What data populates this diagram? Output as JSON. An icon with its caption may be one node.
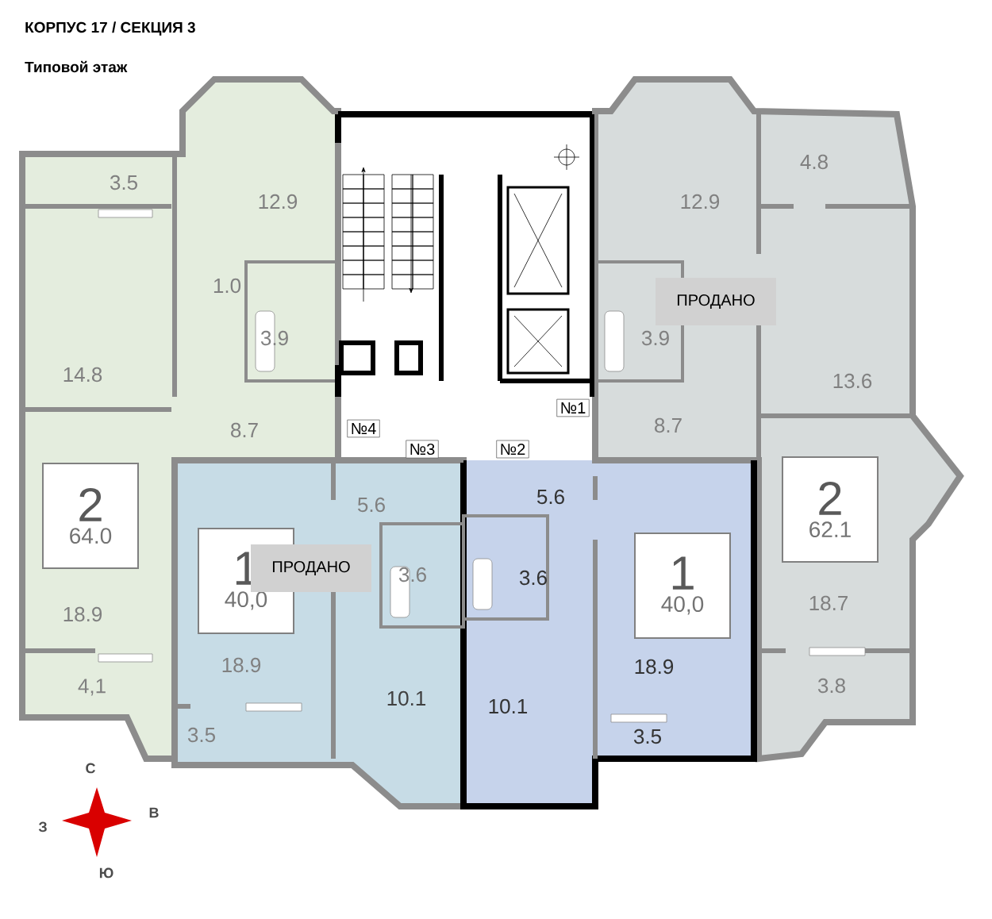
{
  "diagram": {
    "title": "КОРПУС 17 / СЕКЦИЯ 3",
    "nodes": [
      {
        "text": [
          "№4"
        ]
      },
      {
        "text": [
          "№3"
        ]
      },
      {
        "text": [
          "№2"
        ]
      },
      {
        "text": [
          "№1"
        ]
      },
      {
        "text": [
          "2",
          "64.0"
        ]
      },
      {
        "text": [
          "1",
          "40,0"
        ]
      },
      {
        "text": [
          "ПРОДАНО"
        ]
      },
      {
        "text": [
          "1",
          "40,0"
        ]
      },
      {
        "text": [
          "2",
          "62.1"
        ]
      },
      {
        "text": [
          "ПРОДАНО"
        ]
      }
    ],
    "edges": [],
    "labels": [
      "Типовой этаж",
      "3.5",
      "12.9",
      "12.9",
      "4.8",
      "1.0",
      "3.9",
      "3.9",
      "14.8",
      "13.6",
      "8.7",
      "8.7",
      "5.6",
      "5.6",
      "3.6",
      "3.6",
      "18.9",
      "18.7",
      "18.9",
      "18.9",
      "4,1",
      "3.8",
      "10.1",
      "10.1",
      "3.5",
      "3.5",
      "С",
      "З",
      "В",
      "Ю"
    ]
  }
}
